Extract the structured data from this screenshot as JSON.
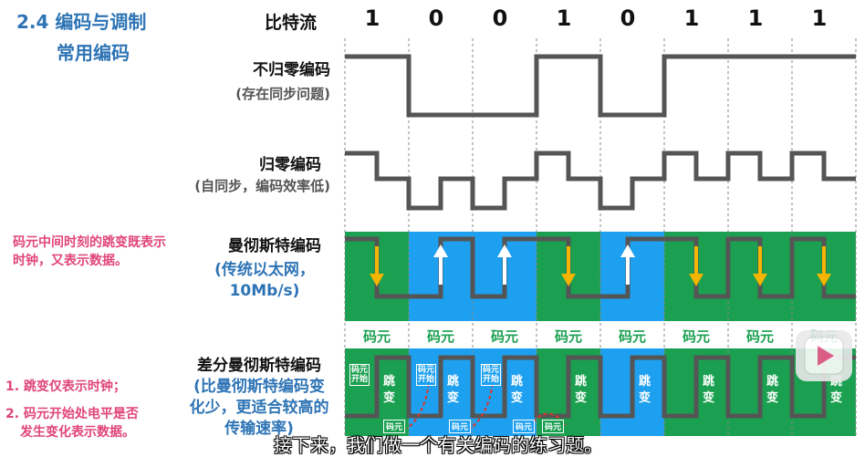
{
  "header": {
    "title": "2.4 编码与调制",
    "subtitle": "常用编码",
    "bitstream_label": "比特流"
  },
  "bits": [
    "1",
    "0",
    "0",
    "1",
    "0",
    "1",
    "1",
    "1"
  ],
  "rows": {
    "nrz": {
      "label": "不归零编码",
      "sub": "(存在同步问题)"
    },
    "rz": {
      "label": "归零编码",
      "sub": "(自同步，编码效率低)"
    },
    "manchester": {
      "label": "曼彻斯特编码",
      "sub_line1": "(传统以太网，",
      "sub_line2": "10Mb/s)"
    },
    "diff": {
      "label": "差分曼彻斯特编码",
      "sub_line1": "(比曼彻斯特编码变",
      "sub_line2": "化少，更适合较高的",
      "sub_line3": "传输速率)"
    }
  },
  "notes": {
    "manchester_note_line1": "码元中间时刻的跳变既表示",
    "manchester_note_line2": "时钟，又表示数据。",
    "diff_note1": "1. 跳变仅表示时钟；",
    "diff_note2_line1": "2. 码元开始处电平是否",
    "diff_note2_line2": "发生变化表示数据。"
  },
  "symbol_label": "码元",
  "diff_cell_labels": {
    "tiao": "跳",
    "bian": "变",
    "symbol_start_line1": "码元",
    "symbol_start_line2": "开始",
    "bottom_small": "码元"
  },
  "caption": "接下来，我们做一个有关编码的练习题。",
  "colors": {
    "green": "#1aa050",
    "blue": "#1ea0f0",
    "signal": "#555555",
    "arrow_down": "#f5b400",
    "arrow_up": "#ffffff",
    "accent_blue": "#2e74b5",
    "note_pink": "#e0457b",
    "dashed_red": "#d9362b"
  },
  "icons": {
    "play": "play-button-icon"
  }
}
